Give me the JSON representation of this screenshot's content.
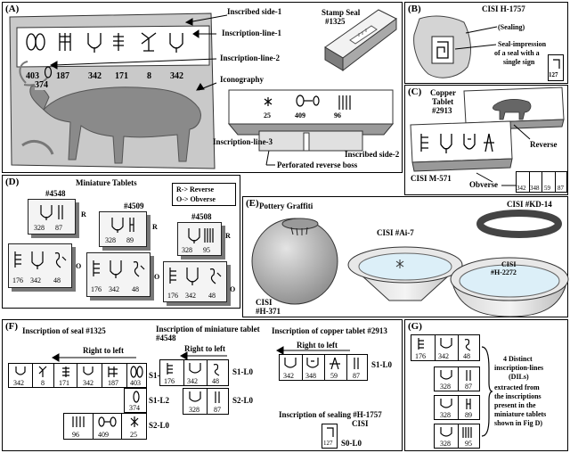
{
  "panels": {
    "A": {
      "tag": "(A)",
      "numbers": [
        "403",
        "187",
        "342",
        "171",
        "8",
        "342"
      ],
      "num374": "374",
      "labels": {
        "side1": "Inscribed side-1",
        "line1": "Inscription-line-1",
        "line2": "Inscription-line-2",
        "icon": "Iconography",
        "stamp1": "Stamp Seal",
        "stamp2": "#1325",
        "line3": "Inscription-line-3",
        "side2": "Inscribed side-2",
        "boss": "Perforated reverse boss"
      },
      "base_nums": [
        "25",
        "409",
        "96"
      ]
    },
    "B": {
      "tag": "(B)",
      "title": "CISI  H-1757",
      "sealing": "(Sealing)",
      "desc": [
        "Seal-impression",
        "of a seal with a",
        "single sign"
      ],
      "num": "127"
    },
    "C": {
      "tag": "(C)",
      "title": [
        "Copper",
        "Tablet",
        "#2913"
      ],
      "reverse": "Reverse",
      "cisi": "CISI M-571",
      "obverse": "Obverse",
      "nums": [
        "342",
        "348",
        "59",
        "87"
      ]
    },
    "D": {
      "tag": "(D)",
      "title": "Miniature Tablets",
      "legend": [
        "R-> Reverse",
        "O-> Obverse"
      ],
      "ids": [
        "#4548",
        "#4509",
        "#4508"
      ],
      "rev": [
        [
          "328",
          "87"
        ],
        [
          "328",
          "89"
        ],
        [
          "328",
          "95"
        ]
      ],
      "obv": [
        [
          "176",
          "342",
          "48"
        ],
        [
          "176",
          "342",
          "48"
        ],
        [
          "176",
          "342",
          "48"
        ]
      ],
      "R": "R",
      "O": "O"
    },
    "E": {
      "tag": "(E)",
      "title": "Pottery Graffiti",
      "kd": "CISI  #KD-14",
      "ai": "CISI #Ai-7",
      "h2272": [
        "CISI",
        "#H-2272"
      ],
      "h371": [
        "CISI",
        "#H-371"
      ]
    },
    "F": {
      "tag": "(F)",
      "seal_title": "Inscription of seal #1325",
      "rtl": "Right to left",
      "seal_nums": [
        "342",
        "8",
        "171",
        "342",
        "187",
        "403"
      ],
      "n374": "374",
      "s2": [
        "96",
        "409",
        "25"
      ],
      "labels": {
        "s1l1": "S1-L1",
        "s1l2": "S1-L2",
        "s2l0": "S2-L0"
      },
      "mini_title": [
        "Inscription of miniature tablet",
        "#4548"
      ],
      "mini_top": [
        "176",
        "342",
        "48"
      ],
      "mini_bottom": [
        "328",
        "87"
      ],
      "mini_labels": {
        "s1": "S1-L0",
        "s2": "S2-L0"
      },
      "copper_title": "Inscription of copper tablet #2913",
      "copper_nums": [
        "342",
        "348",
        "59",
        "87"
      ],
      "copper_label": "S1-L0",
      "sealing_title": [
        "Inscription of sealing #H-1757",
        "CISI"
      ],
      "sealing_num": "127",
      "sealing_label": "S0-L0"
    },
    "G": {
      "tag": "(G)",
      "rows": [
        [
          "176",
          "342",
          "48"
        ],
        [
          "328",
          "87"
        ],
        [
          "328",
          "89"
        ],
        [
          "328",
          "95"
        ]
      ],
      "desc": [
        "4 Distinct",
        "inscription-lines",
        "(DILs)",
        "extracted from",
        "the inscriptions",
        "present in the",
        "miniature tablets",
        "shown in Fig D)"
      ]
    }
  },
  "colors": {
    "seal_face": "#c9c9c9",
    "pot_body": "#bdbdbd",
    "pot_top": "#dfeff6"
  }
}
